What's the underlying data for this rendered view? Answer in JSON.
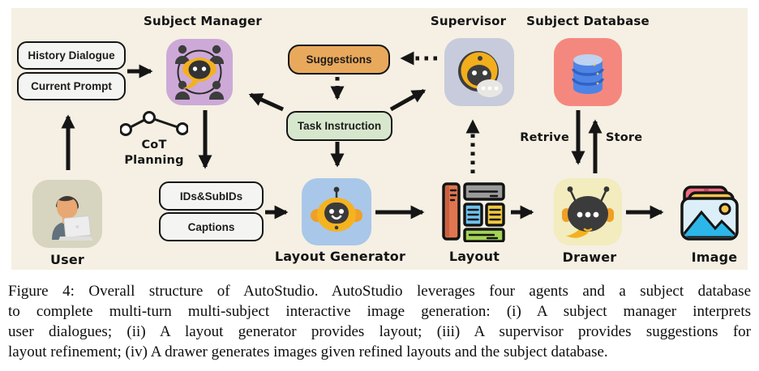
{
  "figure": {
    "labels": {
      "subject_manager": "Subject Manager",
      "supervisor": "Supervisor",
      "subject_database": "Subject Database",
      "user": "User",
      "layout_generator": "Layout Generator",
      "layout": "Layout",
      "drawer": "Drawer",
      "image": "Image",
      "cot_line1": "CoT",
      "cot_line2": "Planning",
      "retrieve": "Retrive",
      "store": "Store"
    },
    "boxes": {
      "history_dialogue": "History Dialogue",
      "current_prompt": "Current Prompt",
      "ids_subids": "IDs&SubIDs",
      "captions": "Captions",
      "suggestions": "Suggestions",
      "task_instruction": "Task Instruction"
    },
    "colors": {
      "panel_bg": "#F5F0E3",
      "subject_manager_bg": "#CDA9D7",
      "supervisor_bg": "#C7CBDB",
      "database_bg": "#F5887E",
      "user_bg": "#D7D4BF",
      "layout_generator_bg": "#A9C7E9",
      "drawer_bg": "#F2ECBE",
      "suggestions_bg": "#E9A95C",
      "task_instruction_bg": "#D7E7CD",
      "plain_box_bg": "#F4F4F3",
      "arrow": "#151515"
    }
  },
  "caption": {
    "lines": [
      "Figure 4: Overall structure of AutoStudio. AutoStudio leverages four agents and a subject database",
      "to complete multi-turn multi-subject interactive image generation: (i) A subject manager interprets",
      "user dialogues; (ii) A layout generator provides layout; (iii) A supervisor provides suggestions for",
      "layout refinement; (iv) A drawer generates images given refined layouts and the subject database."
    ]
  }
}
